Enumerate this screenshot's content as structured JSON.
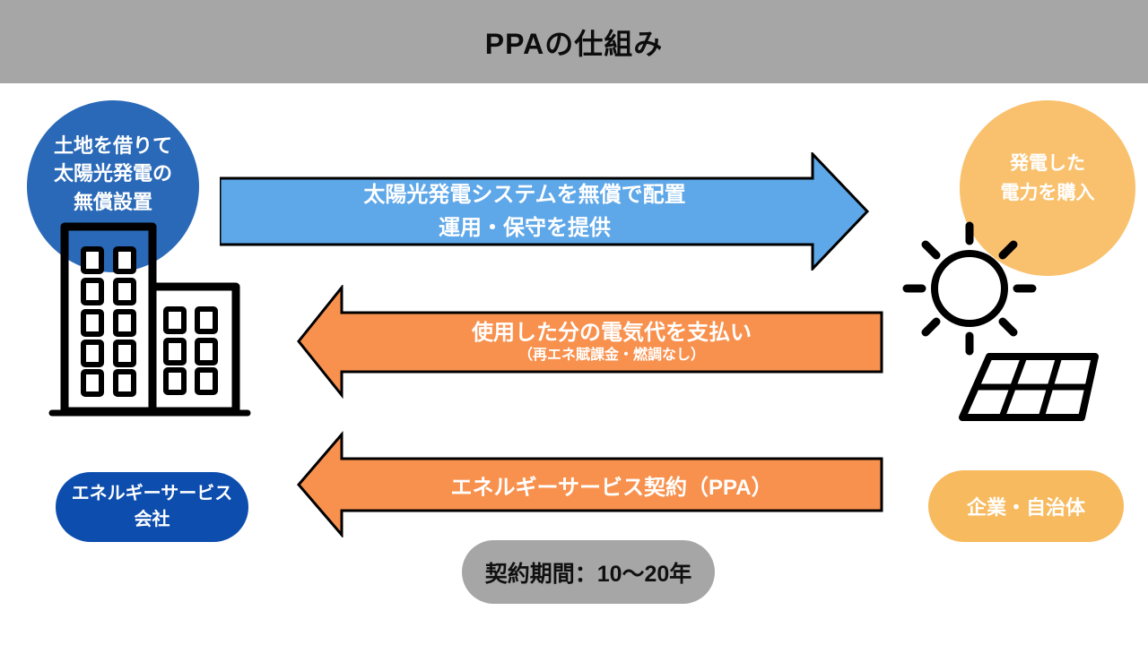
{
  "header": {
    "title": "PPAの仕組み",
    "bg": "#a6a6a6"
  },
  "left_circle": {
    "lines": [
      "土地を借りて",
      "太陽光発電の",
      "無償設置"
    ],
    "bg": "#2a69b8"
  },
  "right_circle": {
    "lines": [
      "発電した",
      "電力を購入"
    ],
    "bg": "#f9c16d"
  },
  "arrows": {
    "top": {
      "direction": "right",
      "lines": [
        "太陽光発電システムを無償で配置",
        "運用・保守を提供"
      ],
      "fill": "#5ea7e8"
    },
    "middle": {
      "direction": "left",
      "line1": "使用した分の電気代を支払い",
      "line2": "（再エネ賦課金・燃調なし）",
      "fill": "#f8914e"
    },
    "bottom": {
      "direction": "left",
      "line1": "エネルギーサービス契約（PPA）",
      "fill": "#f8914e"
    }
  },
  "labels": {
    "provider": {
      "lines": [
        "エネルギーサービス",
        "会社"
      ],
      "bg": "#0d4dae"
    },
    "consumer": {
      "text": "企業・自治体",
      "bg": "#f7ba5e"
    },
    "contract": {
      "text": "契約期間：10〜20年",
      "bg": "#a6a6a6"
    }
  },
  "icons": {
    "building": "office-buildings-icon",
    "sun": "sun-icon",
    "panel": "solar-panel-icon"
  }
}
